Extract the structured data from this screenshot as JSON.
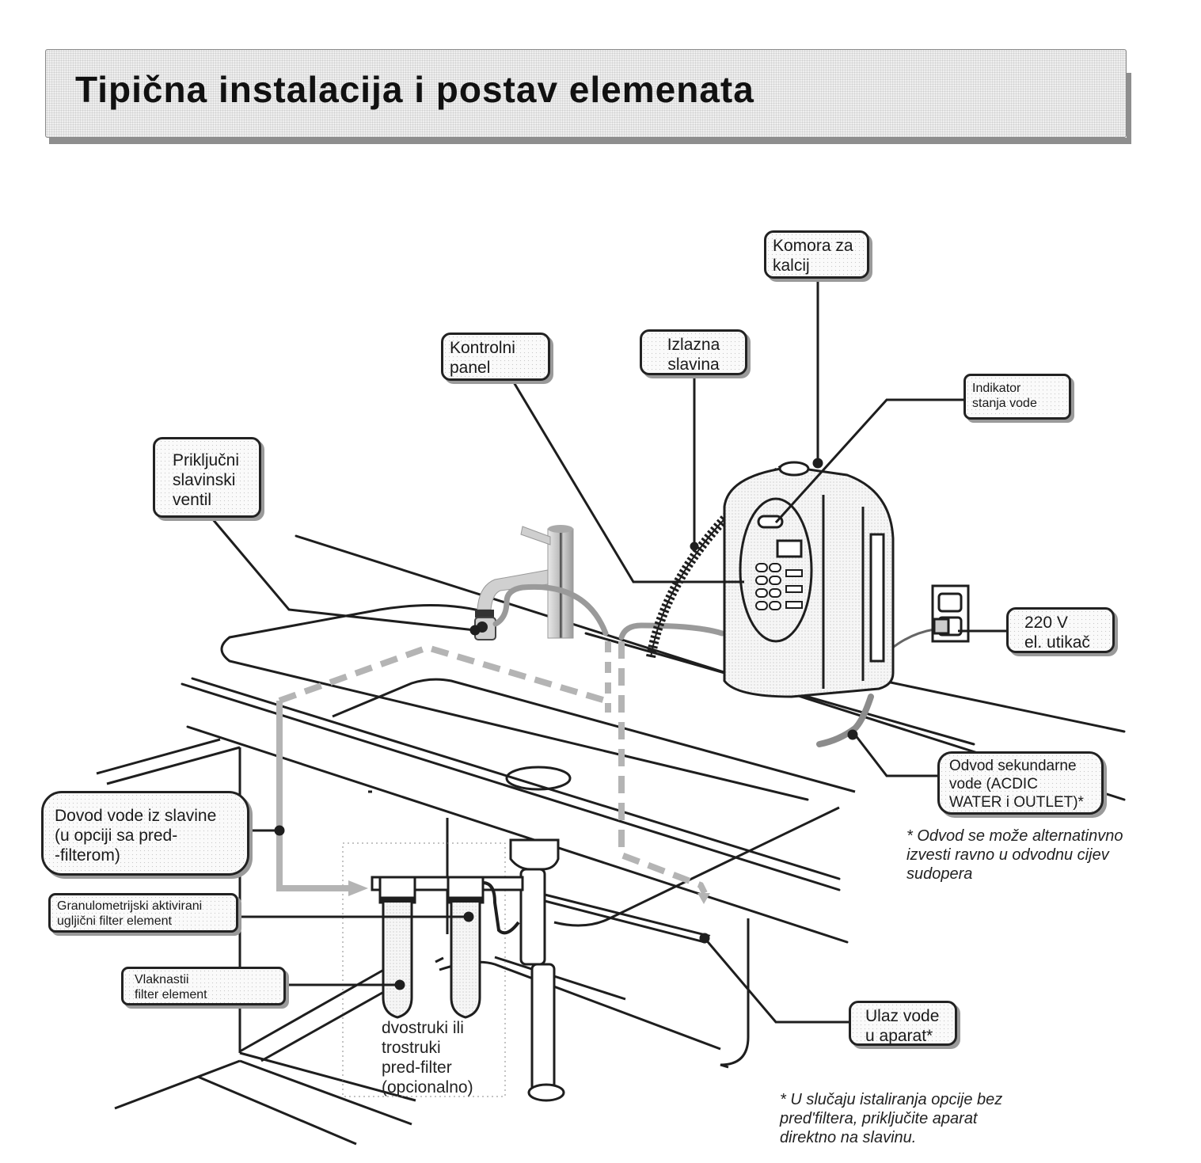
{
  "title": "Tipična instalacija i postav elemenata",
  "labels": {
    "calcium_chamber": "Komora za\nkalcij",
    "control_panel": "Kontrolni\npanel",
    "outlet_spout": "Izlazna\nslavina",
    "water_indicator": "Indikator\nstanja vode",
    "faucet_valve": "Priključni\nslavinski\nventil",
    "power_plug": "220 V\nel. utikač",
    "secondary_drain": "Odvod sekundarne\nvode (ACDIC\nWATER i OUTLET)*",
    "tap_supply": "Dovod vode iz slavine\n(u opciji sa pred-\n-filterom)",
    "carbon_filter": "Granulometrijski aktivirani\nugljični filter element",
    "fiber_filter": "Vlaknastii\nfilter element",
    "prefilter": "dvostruki ili\ntrostruki\npred-filter\n(opcionalno)",
    "water_inlet": "Ulaz vode\nu aparat*"
  },
  "notes": {
    "drain_note": "* Odvod se može alternatinvno\nizvesti ravno u odvodnu cijev\nsudopera",
    "prefilter_note": "* U slučaju istaliranja opcije bez\npred'filtera, priključite aparat\ndirektno na slavinu."
  },
  "colors": {
    "line": "#1e1e1e",
    "water_path": "#b4b4b4",
    "hose": "#8c8c8c",
    "title_bg": "#efefef"
  }
}
